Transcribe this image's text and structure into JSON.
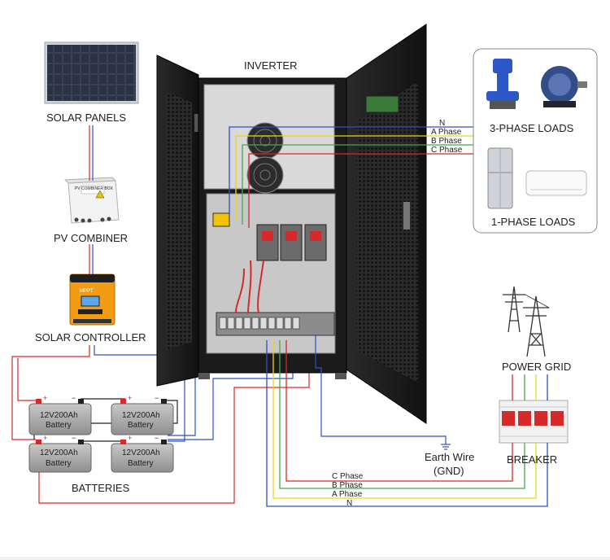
{
  "labels": {
    "solar_panels": "SOLAR PANELS",
    "pv_combiner": "PV COMBINER",
    "solar_controller": "SOLAR CONTROLLER",
    "batteries": "BATTERIES",
    "inverter": "INVERTER",
    "three_phase_loads": "3-PHASE LOADS",
    "one_phase_loads": "1-PHASE LOADS",
    "power_grid": "POWER GRID",
    "breaker": "BREAKER",
    "earth_wire": "Earth Wire",
    "gnd": "(GND)"
  },
  "load_wires": [
    "N",
    "A Phase",
    "B Phase",
    "C Phase"
  ],
  "grid_wires": [
    "C Phase",
    "B Phase",
    "A Phase",
    "N"
  ],
  "batteries": [
    {
      "line1": "12V200Ah",
      "line2": "Battery"
    },
    {
      "line1": "12V200Ah",
      "line2": "Battery"
    },
    {
      "line1": "12V200Ah",
      "line2": "Battery"
    },
    {
      "line1": "12V200Ah",
      "line2": "Battery"
    }
  ],
  "terminals": {
    "positive": "+",
    "negative": "−"
  },
  "combiner_text": "PV COMBINER BOX",
  "controller_text": "MPPT",
  "colors": {
    "n_wire": "#2b52c8",
    "a_phase": "#e8d81a",
    "b_phase": "#45a845",
    "c_phase": "#d62a2a",
    "battery_pos": "#d62a2a",
    "battery_neg": "#222222",
    "controller": "#f39c12",
    "cabinet": "#1e1e1e"
  }
}
